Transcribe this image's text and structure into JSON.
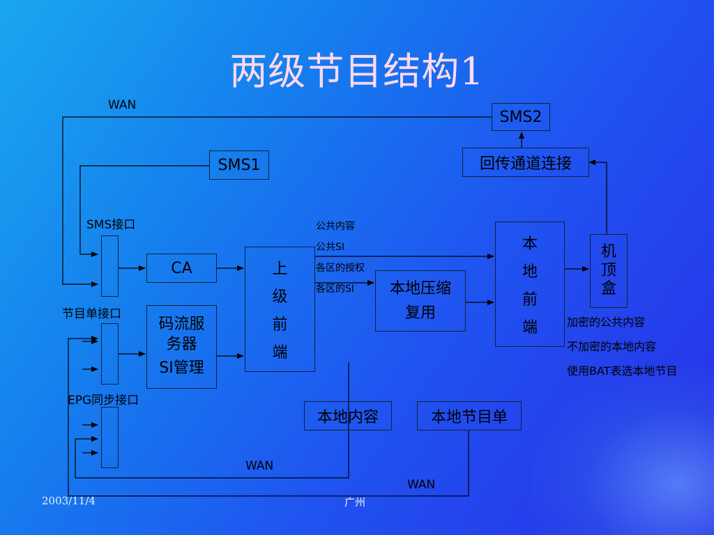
{
  "slide": {
    "title": "两级节目结构1",
    "footer_date": "2003/11/4",
    "footer_place": "广州"
  },
  "boxes": {
    "sms2": "SMS2",
    "return_channel": "回传通道连接",
    "sms1": "SMS1",
    "ca": "CA",
    "stream_server_line1": "码流服",
    "stream_server_line2": "务器",
    "stream_server_line3": "SI管理",
    "upper_frontend": [
      "上",
      "级",
      "前",
      "端"
    ],
    "local_compress_line1": "本地压缩",
    "local_compress_line2": "复用",
    "local_frontend": [
      "本",
      "地",
      "前",
      "端"
    ],
    "set_top_box": [
      "机",
      "顶",
      "盒"
    ],
    "local_content": "本地内容",
    "local_program_list": "本地节目单"
  },
  "labels": {
    "wan_top": "WAN",
    "sms_interface": "SMS接口",
    "program_list_interface": "节目单接口",
    "epg_sync_interface": "EPG同步接口",
    "wan_bottom1": "WAN",
    "wan_bottom2": "WAN",
    "public_content": "公共内容",
    "public_si": "公共SI",
    "regional_auth": "各区的授权",
    "regional_si": "各区的SI",
    "encrypted_public": "加密的公共内容",
    "unencrypted_local": "不加密的本地内容",
    "bat_select": "使用BAT表选本地节目"
  }
}
